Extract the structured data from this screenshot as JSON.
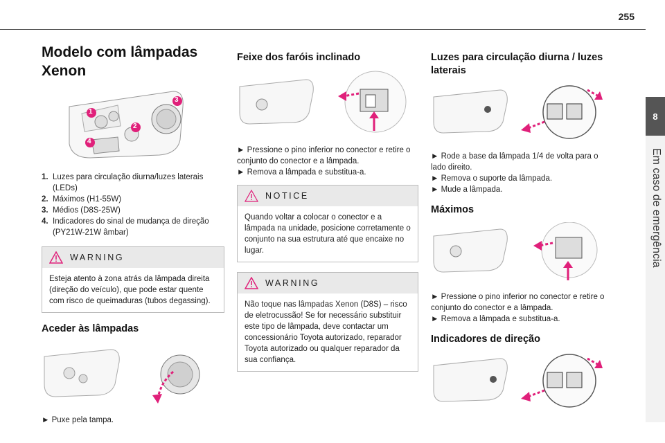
{
  "page": {
    "number": "255",
    "chapter_number": "8",
    "chapter_title": "Em caso de emergência"
  },
  "col1": {
    "title": "Modelo com lâmpadas Xenon",
    "fig_numbers": [
      "1",
      "2",
      "3",
      "4"
    ],
    "legend": [
      {
        "num": "1.",
        "text": "Luzes para circulação diurna/luzes laterais (LEDs)"
      },
      {
        "num": "2.",
        "text": "Máximos (H1-55W)"
      },
      {
        "num": "3.",
        "text": "Médios (D8S-25W)"
      },
      {
        "num": "4.",
        "text": "Indicadores do sinal de mudança de direção (PY21W-21W âmbar)"
      }
    ],
    "warning": {
      "label": "WARNING",
      "text": "Esteja atento à zona atrás da lâmpada direita (direção do veículo), que pode estar quente com risco de queimaduras (tubos degassing)."
    },
    "access_title": "Aceder às lâmpadas",
    "access_step": "► Puxe pela tampa."
  },
  "col2": {
    "title": "Feixe dos faróis inclinado",
    "steps": [
      "► Pressione o pino inferior no conector e retire o conjunto do conector e a lâmpada.",
      "► Remova a lâmpada e substitua-a."
    ],
    "notice": {
      "label": "NOTICE",
      "text": "Quando voltar a colocar o conector e a lâmpada na unidade, posicione corretamente o conjunto na sua estrutura até que encaixe no lugar."
    },
    "warning": {
      "label": "WARNING",
      "text": "Não toque nas lâmpadas Xenon (D8S) – risco de eletrocussão! Se for necessário substituir este tipo de lâmpada, deve contactar um concessionário Toyota autorizado, reparador Toyota autorizado ou qualquer reparador da sua confiança."
    }
  },
  "col3": {
    "title": "Luzes para circulação diurna / luzes laterais",
    "steps": [
      "► Rode a base da lâmpada 1/4 de volta para o lado direito.",
      "► Remova o suporte da lâmpada.",
      "► Mude a lâmpada."
    ],
    "high_title": "Máximos",
    "high_steps": [
      "► Pressione o pino inferior no conector e retire o conjunto do conector e a lâmpada.",
      "► Remova a lâmpada e substitua-a."
    ],
    "turn_title": "Indicadores de direção"
  },
  "colors": {
    "accent": "#e0207a",
    "header_gray": "#e9e9e9",
    "tab_dark": "#555555"
  }
}
